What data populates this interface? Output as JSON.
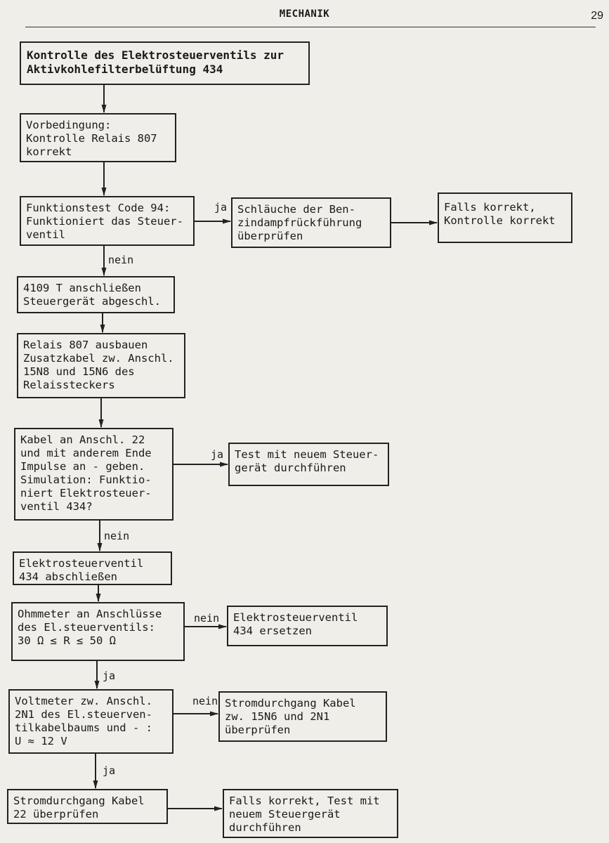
{
  "page": {
    "header_title": "MECHANIK",
    "page_number": "29"
  },
  "flowchart": {
    "title": "Kontrolle des Elektrosteuerventils zur\nAktivkohlefilterbelüftung 434",
    "step_precondition": "Vorbedingung:\nKontrolle Relais 807\nkorrekt",
    "step_function_test": "Funktionstest Code 94:\nFunktioniert das Steuer-\nventil",
    "step_check_hoses": "Schläuche der Ben-\nzindampfrückführung\nüberprüfen",
    "step_if_ok": "Falls korrekt,\nKontrolle korrekt",
    "step_connect_4109": "4109 T anschließen\nSteuergerät abgeschl.",
    "step_relay_remove": "Relais 807 ausbauen\nZusatzkabel zw. Anschl.\n15N8 und 15N6 des\nRelaissteckers",
    "step_cable_22": "Kabel an Anschl. 22\nund mit anderem Ende\nImpulse an - geben.\nSimulation: Funktio-\nniert Elektrosteuer-\nventil 434?",
    "step_test_new_ecu": "Test mit neuem Steuer-\ngerät durchführen",
    "step_valve_connect": "Elektrosteuerventil\n434 abschließen",
    "step_ohmmeter": "Ohmmeter an Anschlüsse\ndes El.steuerventils:\n30 Ω ≤ R ≤ 50 Ω",
    "step_replace_valve": "Elektrosteuerventil\n434 ersetzen",
    "step_voltmeter": "Voltmeter zw. Anschl.\n2N1 des El.steuerven-\ntilkabelbaums und - :\nU ≈ 12 V",
    "step_continuity_15n6": "Stromdurchgang Kabel\nzw. 15N6 und 2N1\nüberprüfen",
    "step_continuity_22": "Stromdurchgang Kabel\n22 überprüfen",
    "step_final": "Falls korrekt, Test mit\nneuem Steuergerät\ndurchführen",
    "labels": {
      "yes": "ja",
      "no": "nein"
    }
  }
}
